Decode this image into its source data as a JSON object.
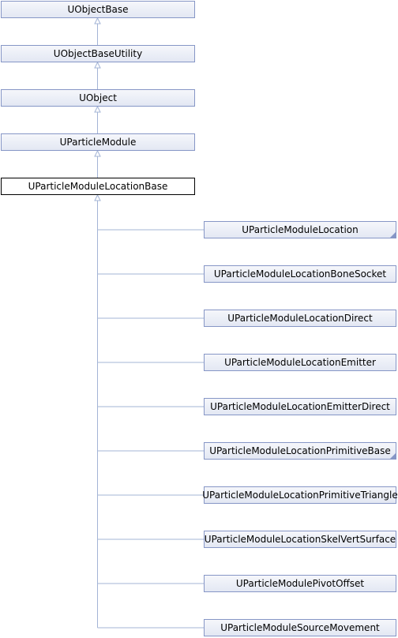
{
  "colors": {
    "node_fill_top": "#f6f7fb",
    "node_fill_bottom": "#e2e7f3",
    "node_border": "#8696c6",
    "current_border": "#000000",
    "current_fill": "#ffffff",
    "edge": "#a3b4d6",
    "more_marker": "#8696c6"
  },
  "ancestors": [
    {
      "label": "UObjectBase"
    },
    {
      "label": "UObjectBaseUtility"
    },
    {
      "label": "UObject"
    },
    {
      "label": "UParticleModule"
    }
  ],
  "current": {
    "label": "UParticleModuleLocationBase"
  },
  "children": [
    {
      "label": "UParticleModuleLocation",
      "has_more": true
    },
    {
      "label": "UParticleModuleLocationBoneSocket",
      "has_more": false
    },
    {
      "label": "UParticleModuleLocationDirect",
      "has_more": false
    },
    {
      "label": "UParticleModuleLocationEmitter",
      "has_more": false
    },
    {
      "label": "UParticleModuleLocationEmitterDirect",
      "has_more": false
    },
    {
      "label": "UParticleModuleLocationPrimitiveBase",
      "has_more": true
    },
    {
      "label": "UParticleModuleLocationPrimitiveTriangle",
      "has_more": false
    },
    {
      "label": "UParticleModuleLocationSkelVertSurface",
      "has_more": false
    },
    {
      "label": "UParticleModulePivotOffset",
      "has_more": false
    },
    {
      "label": "UParticleModuleSourceMovement",
      "has_more": false
    }
  ]
}
